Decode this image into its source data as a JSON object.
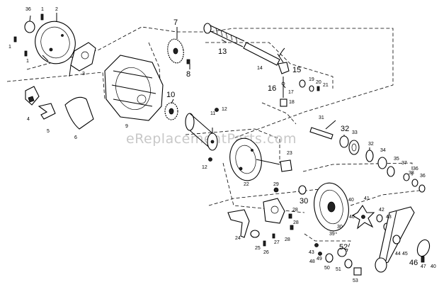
{
  "watermark": "eReplacementParts.com",
  "callouts": {
    "c1a": "1",
    "c1b": "1",
    "c1c": "1",
    "c2": "2",
    "c3": "3",
    "c4": "4",
    "c5": "5",
    "c6": "6",
    "c7": "7",
    "c8": "8",
    "c9": "9",
    "c10": "10",
    "c11": "11",
    "c12a": "12",
    "c12b": "12",
    "c13": "13",
    "c14": "14",
    "c15": "15",
    "c16": "16",
    "c17": "17",
    "c18": "18",
    "c19": "19",
    "c20": "20",
    "c21": "21",
    "c22": "22",
    "c23": "23",
    "c24": "24",
    "c25": "25",
    "c26": "26",
    "c27": "27",
    "c28a": "28",
    "c28b": "28",
    "c28c": "28",
    "c29": "29",
    "c30a": "30",
    "c30b": "30",
    "c31": "31",
    "c32a": "32",
    "c32b": "32",
    "c33": "33",
    "c34": "34",
    "c35": "35",
    "c36a": "36",
    "c36b": "36",
    "c36c": "36",
    "c37": "37",
    "c38": "38",
    "c39": "39",
    "c40a": "40",
    "c40b": "40",
    "c40c": "40",
    "c41": "41",
    "c42": "42",
    "c43a": "43",
    "c43b": "43",
    "c44": "44",
    "c45": "45",
    "c46": "46",
    "c47": "47",
    "c48": "48",
    "c49": "49",
    "c50": "50",
    "c51": "51",
    "c52": "52",
    "c53": "53"
  }
}
